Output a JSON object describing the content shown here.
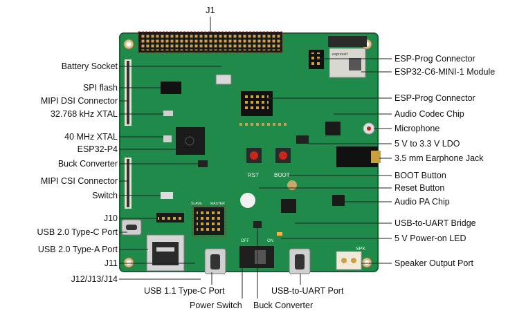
{
  "top_label": "J1",
  "left_labels": [
    "Battery Socket",
    "SPI flash",
    "MIPI DSI Connector",
    "32.768 kHz XTAL",
    "40 MHz XTAL",
    "ESP32-P4",
    "Buck Converter",
    "MIPI CSI Connector",
    "Switch",
    "J10",
    "USB 2.0 Type-C Port",
    "USB 2.0 Type-A Port",
    "J11",
    "J12/J13/J14"
  ],
  "right_labels": [
    "ESP-Prog Connector",
    "ESP32-C6-MINI-1 Module",
    "ESP-Prog Connector",
    "Audio Codec Chip",
    "Microphone",
    "5 V to 3.3 V LDO",
    "3.5 mm Earphone Jack",
    "BOOT Button",
    "Reset Button",
    "Audio PA Chip",
    "USB-to-UART Bridge",
    "5 V Power-on LED",
    "Speaker Output Port"
  ],
  "bottom_labels": [
    "USB 1.1 Type-C Port",
    "Power Switch",
    "Buck Converter",
    "USB-to-UART Port"
  ],
  "board_marks": {
    "rst": "RST",
    "boot": "BOOT",
    "slave": "SLAVE",
    "master": "MASTER",
    "spk": "SPK",
    "off": "OFF",
    "on": "ON",
    "module_brand": "espressif"
  },
  "colors": {
    "pcb": "#1f8a4a",
    "pcb_dark": "#176e3a",
    "silk": "#e8f3ea",
    "leader": "#b0271b",
    "header": "#1a1a1a",
    "gold": "#c9a24a"
  }
}
